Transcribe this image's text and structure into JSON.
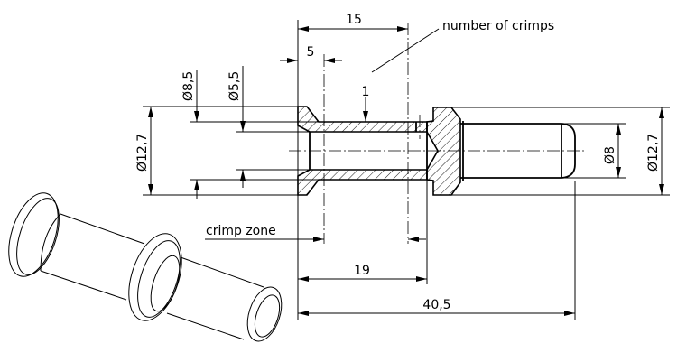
{
  "title": "crimp contact drawing",
  "dimensions": {
    "length_15": "15",
    "length_5": "5",
    "crimp_count_marker": "1",
    "crimp_count_label": "number of crimps",
    "dia_8_5": "Ø8,5",
    "dia_5_5": "Ø5,5",
    "dia_12_7_left": "Ø12,7",
    "dia_8": "Ø8",
    "dia_12_7_right": "Ø12,7",
    "crimp_zone_label": "crimp zone",
    "length_19": "19",
    "length_40_5": "40,5"
  }
}
